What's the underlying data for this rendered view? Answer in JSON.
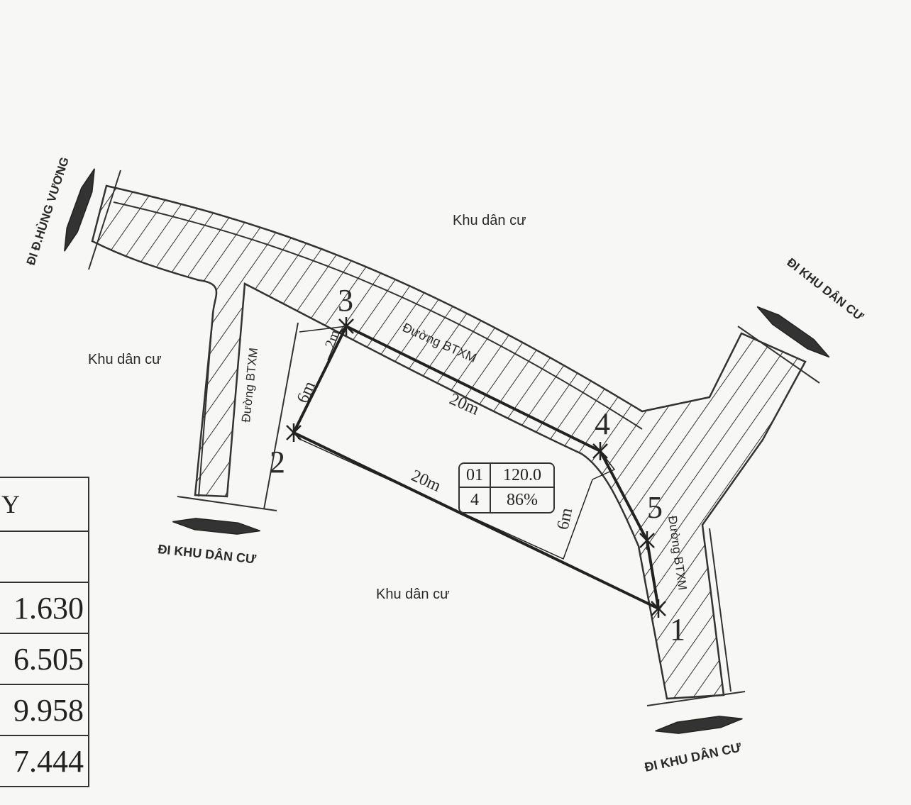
{
  "labels": {
    "residential_top": "Khu dân cư",
    "residential_left": "Khu dân cư",
    "residential_bottom": "Khu dân cư",
    "to_hung_vuong": "ĐI Đ.HÙNG VƯƠNG",
    "to_residential_top_right": "ĐI KHU DÂN CƯ",
    "to_residential_bottom_left": "ĐI KHU DÂN CƯ",
    "to_residential_bottom_right": "ĐI KHU DÂN CƯ",
    "road_left": "Đường BTXM",
    "road_top": "Đường BTXM",
    "road_right": "Đường BTXM"
  },
  "vertices": {
    "v1": "1",
    "v2": "2",
    "v3": "3",
    "v4": "4",
    "v5": "5"
  },
  "dimensions": {
    "top_edge": "20m",
    "bottom_edge": "20m",
    "left_edge": "6m",
    "right_edge": "6m",
    "setback": "2m"
  },
  "parcel": {
    "sheet": "01",
    "area": "120.0",
    "plot": "4",
    "percent": "86%"
  },
  "coordinate_table": {
    "header": "Y",
    "values": [
      "1.630",
      "6.505",
      "9.958",
      "7.444"
    ]
  }
}
